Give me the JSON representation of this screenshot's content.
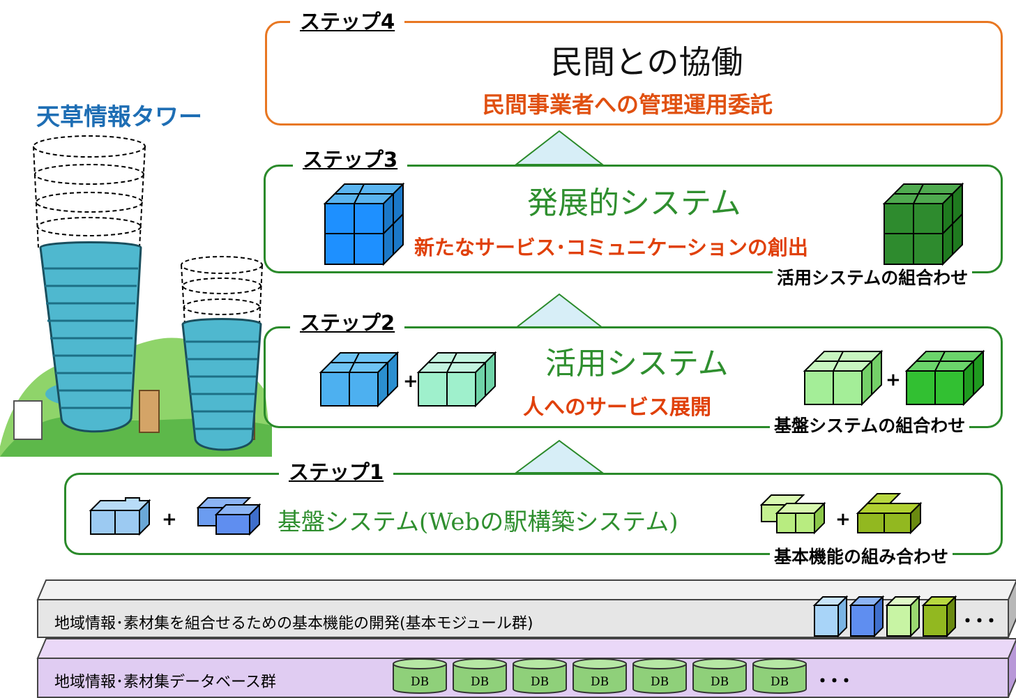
{
  "tower": {
    "title": "天草情報タワー"
  },
  "steps": [
    {
      "label": "ステップ4",
      "heading": "民間との協働",
      "subheading": "民間事業者への管理運用委託"
    },
    {
      "label": "ステップ3",
      "heading": "発展的システム",
      "subheading": "新たなサービス･コミュニケーションの創出",
      "caption": "活用システムの組合わせ"
    },
    {
      "label": "ステップ2",
      "heading": "活用システム",
      "subheading": "人へのサービス展開",
      "caption": "基盤システムの組合わせ"
    },
    {
      "label": "ステップ1",
      "heading": "基盤システム(Webの駅構築システム)",
      "caption": "基本機能の組み合わせ"
    }
  ],
  "plus_sign": "+",
  "module_layer": {
    "text": "地域情報･素材集を組合せるための基本機能の開発(基本モジュール群)",
    "ellipsis": "･･･"
  },
  "database_layer": {
    "text": "地域情報･素材集データベース群",
    "db_label": "DB",
    "db_count": 7,
    "ellipsis": "･･･"
  },
  "colors": {
    "step4_border": "#e87722",
    "step4_sub": "#e05010",
    "green_border": "#2a8a2a",
    "green_heading": "#2f8f2f",
    "red_sub": "#e0400a",
    "tower_title": "#1e6eb4",
    "module_fill": "#e6e6e6",
    "database_fill": "#e0ccf2",
    "db_fill": "#8fd07a",
    "arrow_fill": "#d7eef7"
  }
}
